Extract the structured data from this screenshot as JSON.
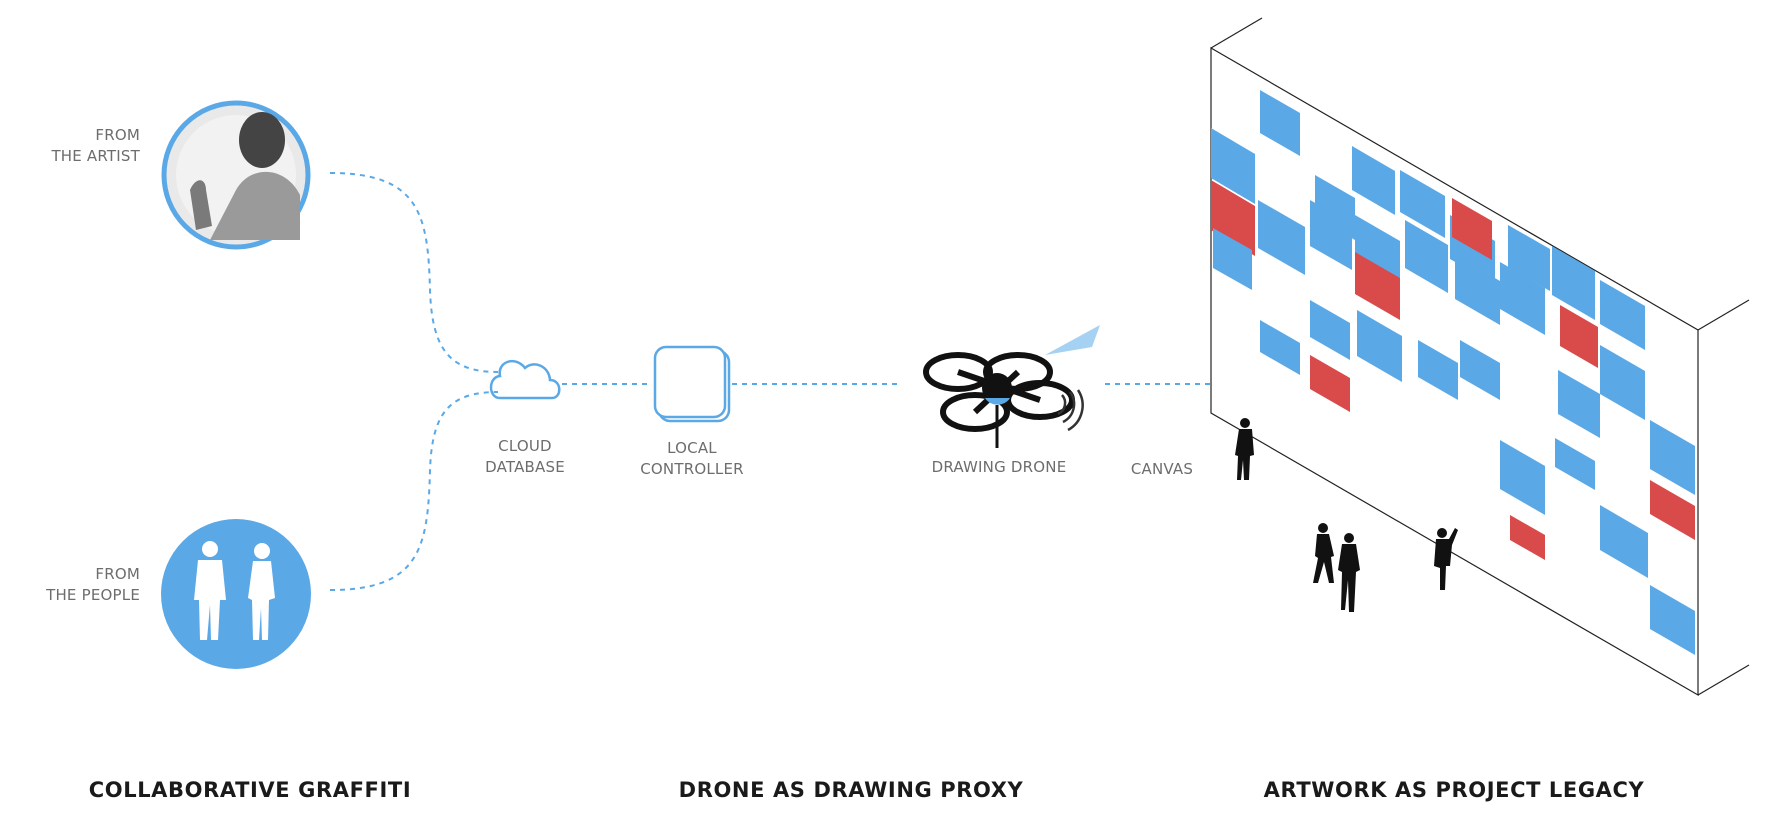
{
  "sources": {
    "artist": {
      "line1": "FROM",
      "line2": "THE ARTIST"
    },
    "people": {
      "line1": "FROM",
      "line2": "THE PEOPLE"
    }
  },
  "nodes": {
    "cloud": {
      "line1": "CLOUD",
      "line2": "DATABASE"
    },
    "controller": {
      "line1": "LOCAL",
      "line2": "CONTROLLER"
    },
    "drone": {
      "label": "DRAWING DRONE"
    },
    "canvas": {
      "label": "CANVAS"
    }
  },
  "sections": {
    "left": "COLLABORATIVE GRAFFITI",
    "middle": "DRONE AS DRAWING PROXY",
    "right": "ARTWORK AS PROJECT LEGACY"
  },
  "colors": {
    "accent": "#5ba8e6",
    "highlight": "#d94a4a",
    "text": "#6d6d6d",
    "title": "#1a1a1a"
  },
  "icons": [
    "artist-portrait-icon",
    "people-silhouette-icon",
    "cloud-icon",
    "controller-icon",
    "drone-icon",
    "arrow-right-icon",
    "spectator-silhouette-icon"
  ]
}
